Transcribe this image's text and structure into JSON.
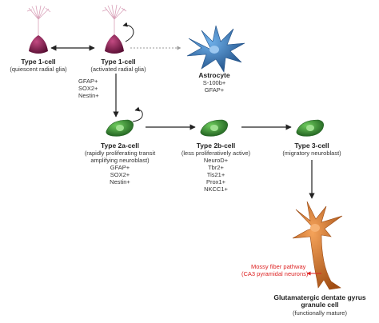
{
  "colors": {
    "radial_glia": "#8b1f52",
    "radial_glia_dark": "#5a0f34",
    "processes": "#d8a0b8",
    "astrocyte": "#3b82c9",
    "astrocyte_dark": "#1f4f86",
    "progenitor": "#3d9a3a",
    "progenitor_dark": "#1f5e1f",
    "neuron": "#e0782a",
    "neuron_dark": "#9c4a12",
    "arrow": "#222222",
    "dotted": "#999999",
    "pathway": "#d22222"
  },
  "cells": {
    "type1_quiescent": {
      "title": "Type 1-cell",
      "subtitle": "(quiescent radial glia)",
      "markers": []
    },
    "type1_activated": {
      "title": "Type 1-cell",
      "subtitle": "(activated radial glia)",
      "markers": [
        "GFAP+",
        "SOX2+",
        "Nestin+"
      ]
    },
    "astrocyte": {
      "title": "Astrocyte",
      "subtitle": "",
      "markers": [
        "S-100b+",
        "GFAP+"
      ]
    },
    "type2a": {
      "title": "Type 2a-cell",
      "subtitle": "(rapidly proliferating transit",
      "subtitle2": "amplifying neuroblast)",
      "markers": [
        "GFAP+",
        "SOX2+",
        "Nestin+"
      ]
    },
    "type2b": {
      "title": "Type 2b-cell",
      "subtitle": "(less proliferatively active)",
      "markers": [
        "NeuroD+",
        "Tbr2+",
        "Tis21+",
        "Prox1+",
        "NKCC1+"
      ]
    },
    "type3": {
      "title": "Type 3-cell",
      "subtitle": "(migratory neuroblast)",
      "markers": []
    },
    "granule": {
      "title": "Glutamatergic dentate gyrus",
      "title2": "granule cell",
      "subtitle": "(functionally mature)",
      "pathway_line1": "Mossy fiber pathway",
      "pathway_line2": "(CA3 pyramidal neurons)"
    }
  }
}
